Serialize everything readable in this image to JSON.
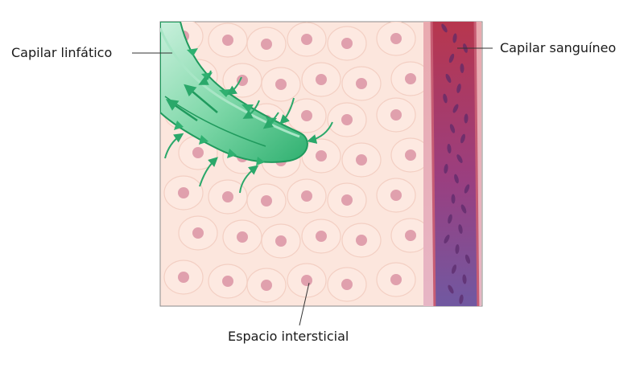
{
  "labels": {
    "lymphatic_capillary": "Capilar linfático",
    "blood_capillary": "Capilar sanguíneo",
    "interstitial_space": "Espacio intersticial"
  },
  "colors": {
    "tissue_background": "#fce6dd",
    "cell_fill": "#fde9e1",
    "cell_outline": "#f3cfc3",
    "nucleus": "#e0a0ad",
    "lymph_vessel": "#3fbf85",
    "lymph_arrow": "#2aa86a",
    "blood_vessel_top": "#b8364c",
    "blood_vessel_bottom": "#6e5aa3",
    "leader_line": "#333333"
  }
}
